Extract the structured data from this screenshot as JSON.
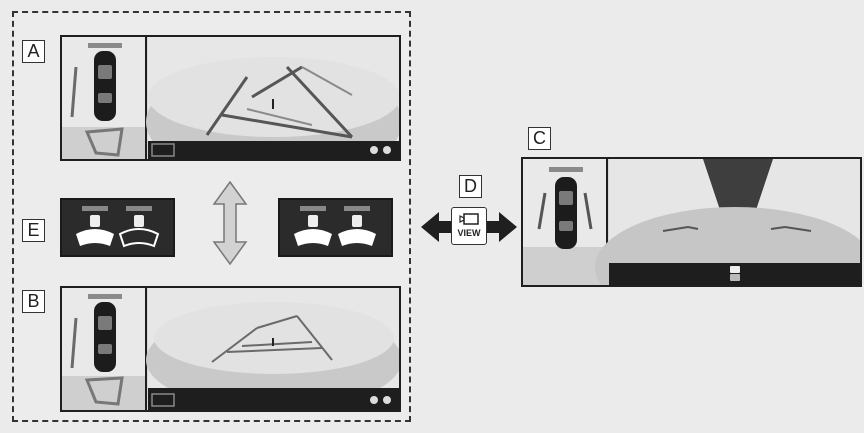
{
  "labels": {
    "a": "A",
    "b": "B",
    "c": "C",
    "d": "D",
    "e": "E"
  },
  "view_button": {
    "text": "VIEW"
  },
  "colors": {
    "frame": "#1f1f1f",
    "screen_light": "#e6e6e6",
    "screen_mid": "#bdbdbd",
    "panel_dark": "#2b2b2b",
    "guide_line": "#555555",
    "arrow_fill": "#d0d0d0"
  },
  "icons": [
    "car-top-view-icon",
    "camera-icon",
    "sensor-icon",
    "view-button-icon",
    "up-down-arrow-icon",
    "left-right-arrow-icon"
  ]
}
